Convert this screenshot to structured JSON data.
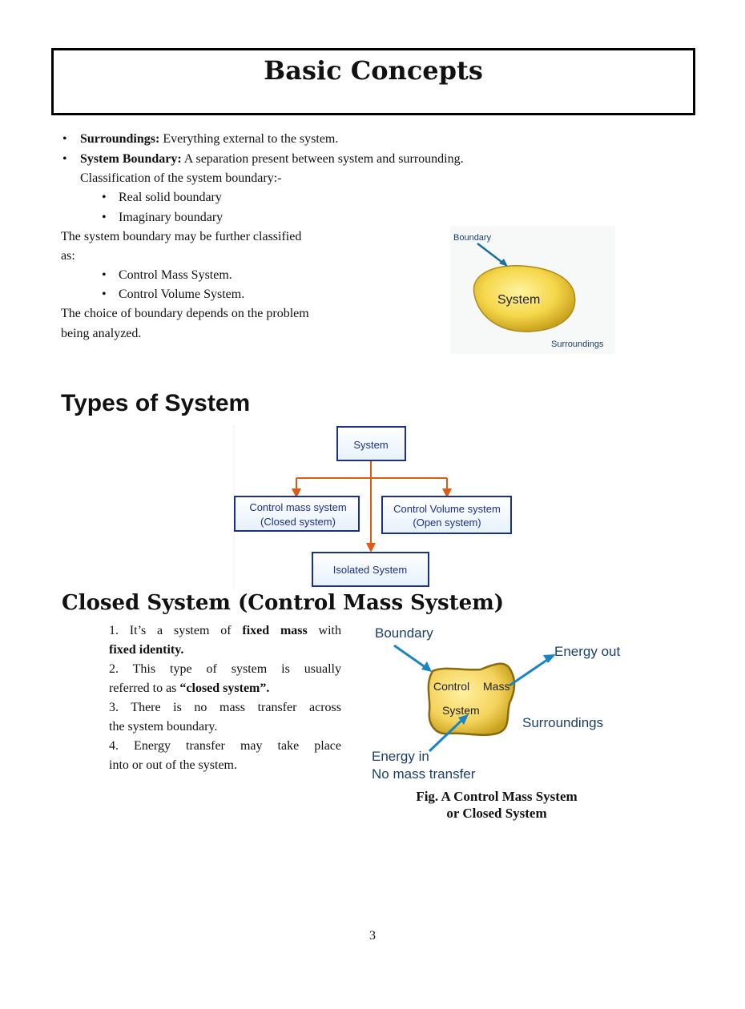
{
  "header": {
    "title": "Basic Concepts"
  },
  "bullets": {
    "surroundings_term": "Surroundings:",
    "surroundings_text": " Everything external to the system.",
    "boundary_term": "System Boundary:",
    "boundary_text": " A separation present between system and surrounding.",
    "classification": "Classification of the system boundary:-",
    "sub": [
      "Real solid boundary",
      "Imaginary boundary"
    ]
  },
  "further": {
    "line1": "The system boundary may be further classified",
    "line2": "as:",
    "items": [
      "Control Mass System.",
      "Control Volume System."
    ],
    "choice1": "The choice of boundary depends on the problem",
    "choice2": "being analyzed."
  },
  "figure1": {
    "boundary": "Boundary",
    "system": "System",
    "surroundings": "Surroundings",
    "colors": {
      "blob": "#f5d74a",
      "arrow": "#1a6fa0"
    }
  },
  "types": {
    "heading": "Types of System",
    "root": "System",
    "left1": "Control mass system",
    "left2": "(Closed system)",
    "right1": "Control Volume system",
    "right2": "(Open system)",
    "bottom": "Isolated System",
    "colors": {
      "box_border": "#1b2f8c",
      "connector": "#e05a10"
    }
  },
  "closed": {
    "heading": "Closed System (Control Mass System)",
    "p1a": "1. It’s a system of ",
    "p1b": "fixed mass",
    "p1c": " with",
    "p1d": "fixed identity.",
    "p2a": "2. This type of system is usually",
    "p2b": "referred to as ",
    "p2c": "“closed system”.",
    "p3a": "3. There is no mass transfer across",
    "p3b": "the system boundary.",
    "p4a": "4. Energy transfer may take place",
    "p4b": "into or out of the system."
  },
  "figure2": {
    "boundary": "Boundary",
    "energy_out": "Energy out",
    "control": "Control",
    "mass": "Mass",
    "system": "System",
    "surroundings": "Surroundings",
    "energy_in": "Energy in",
    "no_mass": "No mass transfer",
    "caption1": "Fig. A Control Mass System",
    "caption2": "or Closed  System"
  },
  "footer": {
    "page": "3"
  }
}
